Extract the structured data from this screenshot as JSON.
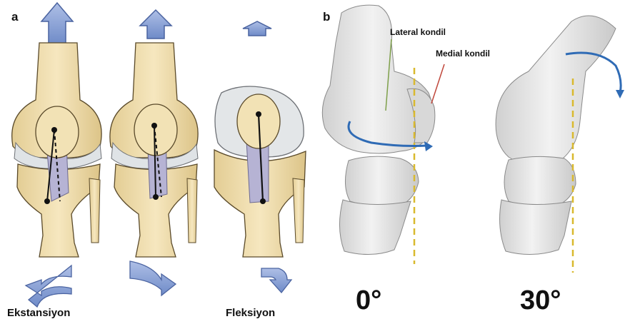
{
  "panel_a": {
    "letter": "a",
    "label_extension": "Ekstansiyon",
    "label_flexion": "Fleksiyon"
  },
  "panel_b": {
    "letter": "b",
    "lateral_condyle": "Lateral kondil",
    "medial_condyle": "Medial kondil",
    "angle_left": "0°",
    "angle_right": "30°"
  },
  "colors": {
    "bone": "#efdcaa",
    "bone_outline": "#5a4a2a",
    "cartilage": "#dfe3e6",
    "ligament": "#b6b3d4",
    "arrow_fill": "#8ea6d6",
    "arrow_outline": "#4a63a0",
    "rotation_arrow": "#2f6bb5",
    "dashed_axis": "#d9b92e",
    "grey_bone": "#e6e6e6",
    "lateral_pointer": "#7ea04a",
    "medial_pointer": "#c0473b"
  }
}
